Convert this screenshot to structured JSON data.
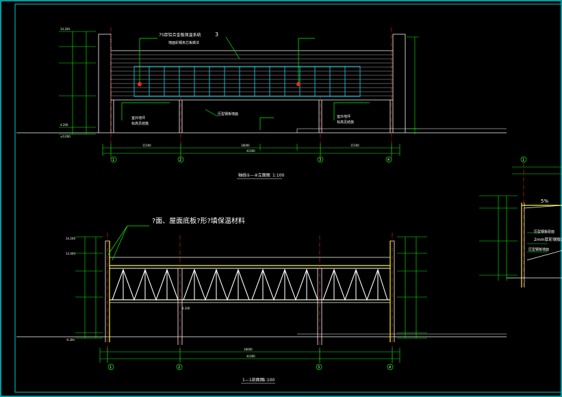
{
  "drawing": {
    "colors": {
      "background": "#000000",
      "border": "#00cfd8",
      "frame": "#ffffff",
      "dimension": "#00ff00",
      "axis": "#ff2020",
      "glazing": "#00e5ff",
      "truss": "#ffffff",
      "highlight": "#ffff00",
      "grid_marker": "#00ff00"
    },
    "elevation": {
      "top_note": "75厚铝合金板保温系统",
      "top_note_suffix": "3",
      "sub_note": "墙面彩钢夹芯板做法",
      "left_label_1": "室外地坪",
      "left_label_2": "标高见结施",
      "right_label_1": "室外地坪",
      "right_label_2": "标高见结施",
      "mid_label": "压型钢板墙面",
      "title": "轴线①—④立面图",
      "scale": "1:100",
      "level_top": "14.200",
      "level_mid": "4.200",
      "level_bottom": "±0.000",
      "dim_total": "41000",
      "dim_mid": "18000",
      "dim_left": "11500",
      "dim_right": "11500"
    },
    "section": {
      "note": "?面、屋面底板?形?填保温材料",
      "title": "1—1剖面图",
      "scale": "1:100",
      "level_top": "14.200",
      "level_truss": "13.400",
      "level_mid": "4.200",
      "level_bottom": "-0.300",
      "dim_total": "41000",
      "dim_mid": "18000"
    },
    "detail": {
      "marker": "1",
      "slope_label": "5%",
      "note_1": "压型钢板屋面",
      "note_2": "2mm厚彩钢板泛水",
      "note_3": "压型钢板墙面"
    },
    "grid_labels": [
      "1",
      "2",
      "3",
      "4"
    ]
  }
}
